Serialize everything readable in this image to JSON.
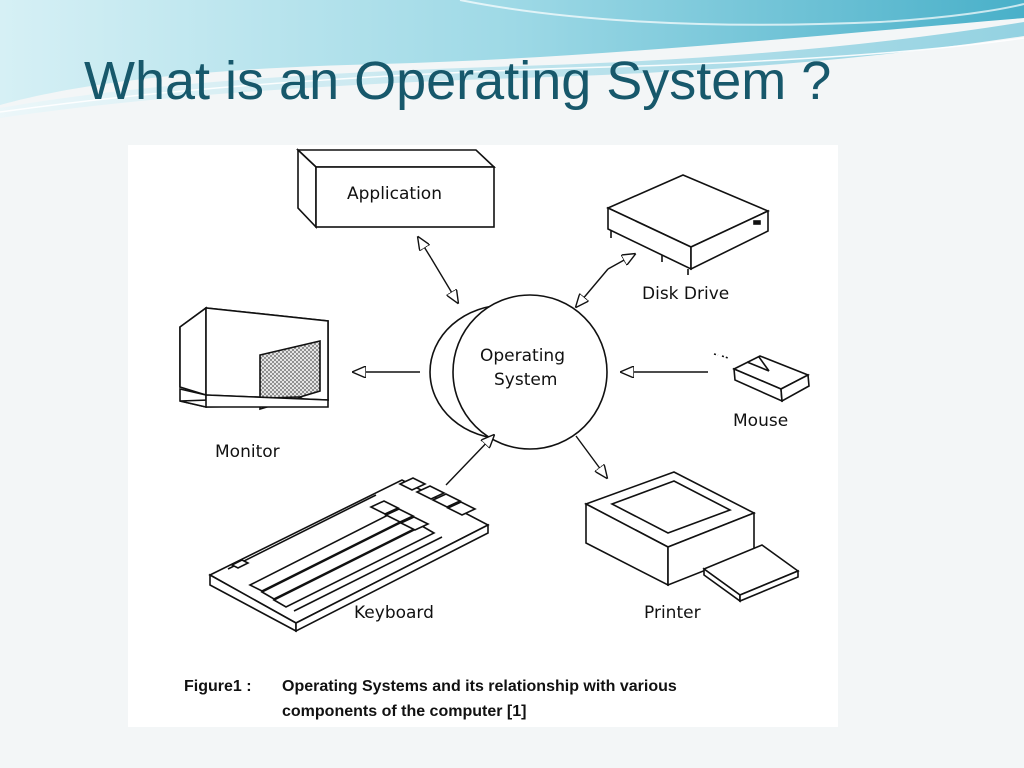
{
  "slide": {
    "title": "What is an Operating System ?"
  },
  "figure": {
    "nodes": {
      "center": {
        "line1": "Operating",
        "line2": "System"
      },
      "application": "Application",
      "disk_drive": "Disk Drive",
      "monitor": "Monitor",
      "mouse": "Mouse",
      "keyboard": "Keyboard",
      "printer": "Printer"
    },
    "caption": {
      "prefix": "Figure1 :",
      "line1": "Operating Systems and its relationship with various",
      "line2": "components of the computer [1]"
    }
  },
  "colors": {
    "title": "#17586b",
    "banner_light": "#cfeef4",
    "banner_mid": "#8fd3e2",
    "banner_dark": "#3aa6c2"
  }
}
